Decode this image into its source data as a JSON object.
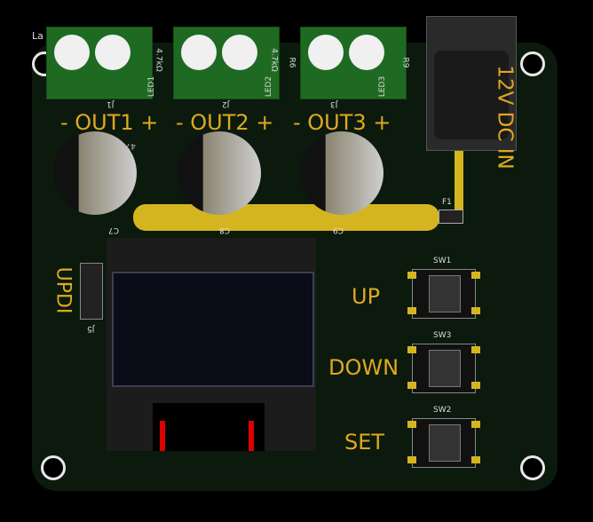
{
  "corner_label": "La",
  "outputs": [
    "- OUT1 +",
    "- OUT2 +",
    "- OUT3 +"
  ],
  "connectors": [
    "J1",
    "J2",
    "J3"
  ],
  "leds": [
    "LED1",
    "LED2",
    "LED3"
  ],
  "resistors": {
    "r_value": "4.7kΩ",
    "r6": "R6",
    "r9": "R9"
  },
  "power_label": "12V DC IN",
  "fuse": "F1",
  "capacitors": [
    "C7",
    "C8",
    "C9"
  ],
  "cap_value": "470u",
  "updi": {
    "label": "UPDI",
    "ref": "J5"
  },
  "switches": [
    {
      "ref": "SW1",
      "label": "UP"
    },
    {
      "ref": "SW3",
      "label": "DOWN"
    },
    {
      "ref": "SW2",
      "label": "SET"
    }
  ],
  "colors": {
    "board": "#0b1a0d",
    "silk": "#e0a820",
    "terminal": "#1f6a22"
  }
}
